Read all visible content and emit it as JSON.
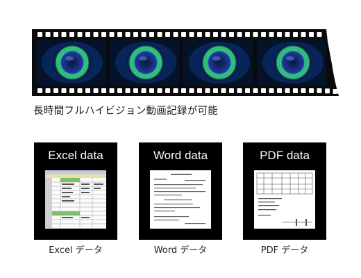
{
  "film_caption": "長時間フルハイビジョン動画記録が可能",
  "film_frames": [
    {
      "name": "eye-frame-1",
      "tint": "#1f4db8"
    },
    {
      "name": "eye-frame-2",
      "tint": "#1f4db8"
    },
    {
      "name": "eye-frame-3",
      "tint": "#1f4db8"
    },
    {
      "name": "eye-frame-4",
      "tint": "#1f4db8"
    }
  ],
  "panels": [
    {
      "title": "Excel data",
      "label": "Excel データ"
    },
    {
      "title": "Word data",
      "label": "Word データ"
    },
    {
      "title": "PDF data",
      "label": "PDF データ"
    }
  ],
  "colors": {
    "film": "#0a0a0a",
    "glow": "#3be06a",
    "iris": "#1d3fb0",
    "excel_header": "#e8e0a8",
    "excel_highlight": "#7fbf6a"
  }
}
